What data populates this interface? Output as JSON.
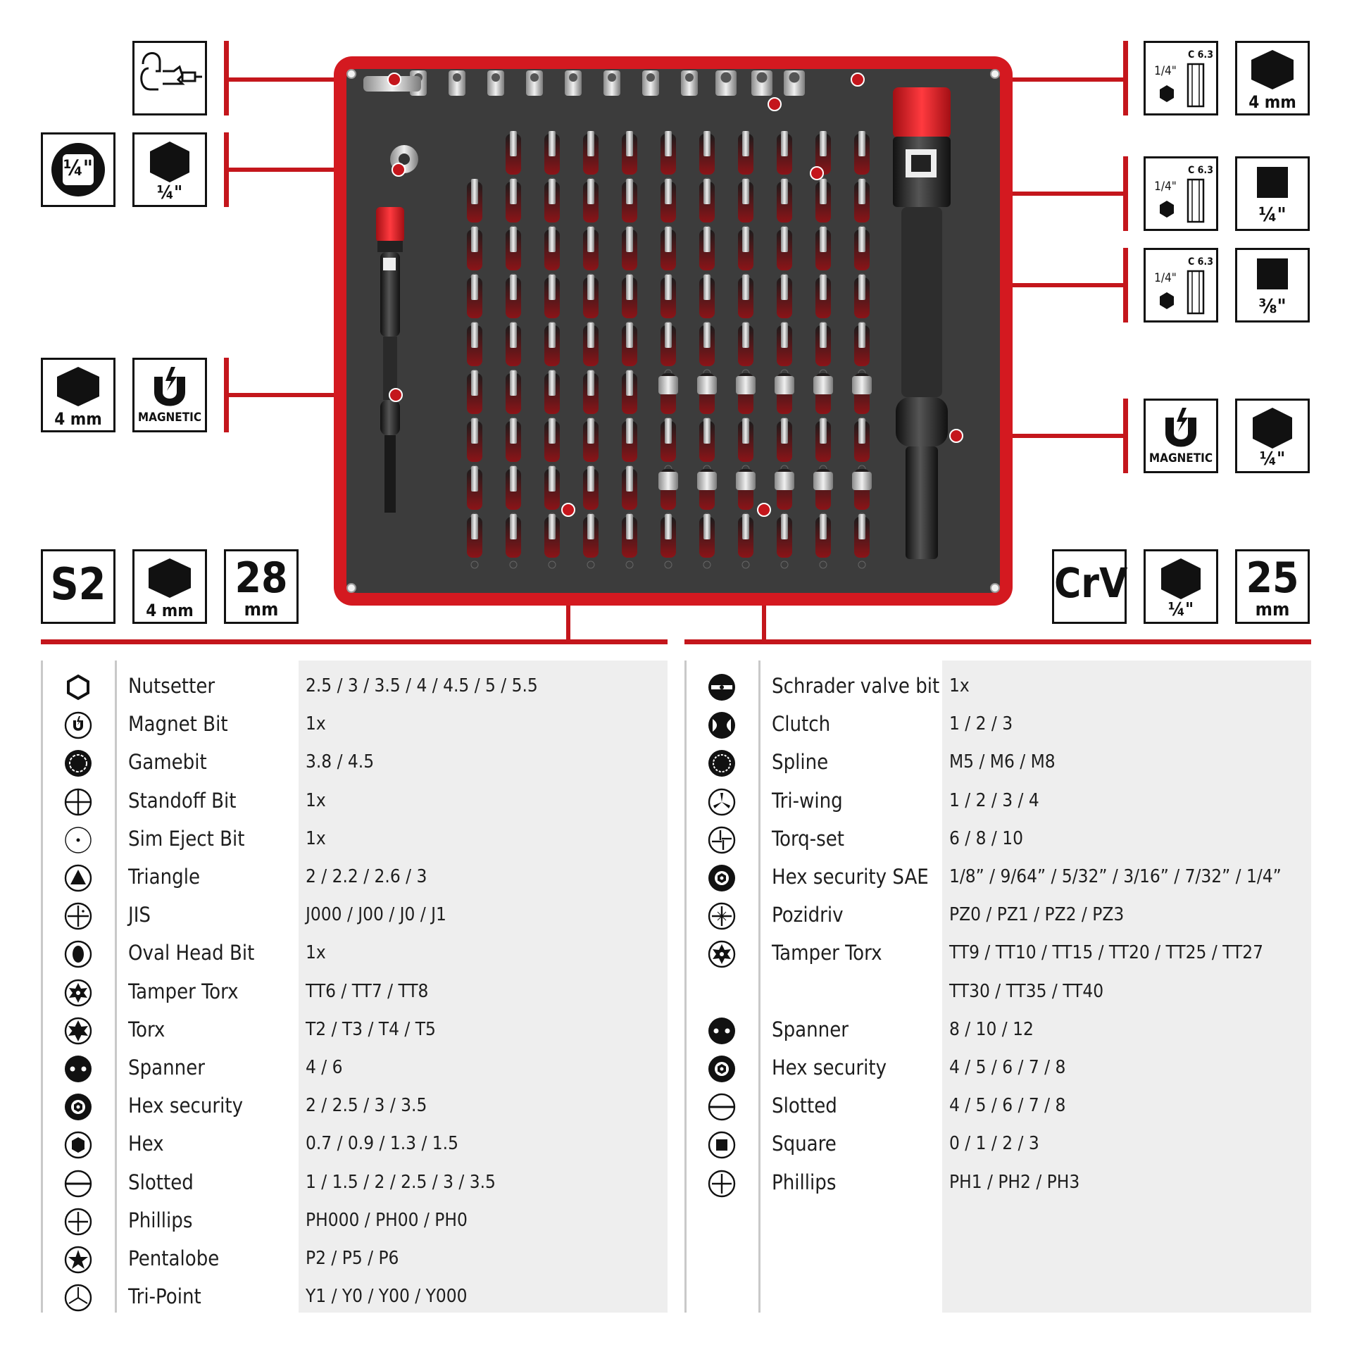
{
  "feature_icons": {
    "left": {
      "hook_tool": {
        "icon": "hook-pick-icon"
      },
      "quarter_inch_bit_holder": {
        "icon": "quarter-inch-socket-icon",
        "label": "¼\""
      },
      "hex_quarter_top": {
        "icon": "hexagon-icon",
        "label": "¼\""
      },
      "hex_4mm_small_handle": {
        "icon": "hexagon-icon",
        "label": "4 mm"
      },
      "magnetic_small_handle": {
        "icon": "magnet-icon",
        "label": "MAGNETIC"
      },
      "material_s2": {
        "label": "S2"
      },
      "hex_4mm_bits": {
        "icon": "hexagon-icon",
        "label": "4 mm"
      },
      "length_28": {
        "value": "28",
        "unit": "mm"
      }
    },
    "right": {
      "adapter_1_socket": {
        "icon": "socket-adapter-icon",
        "spec": "C 6.3",
        "size": "1/4\""
      },
      "hex_4mm_right": {
        "icon": "hexagon-icon",
        "label": "4 mm"
      },
      "adapter_2_socket": {
        "icon": "socket-adapter-icon",
        "spec": "C 6.3",
        "size": "1/4\""
      },
      "square_quarter": {
        "icon": "square-drive-icon",
        "label": "¼\""
      },
      "adapter_3_socket": {
        "icon": "socket-adapter-icon",
        "spec": "C 6.3",
        "size": "1/4\""
      },
      "square_three_eighths": {
        "icon": "square-drive-icon",
        "label": "⅜\""
      },
      "magnetic_large_handle": {
        "icon": "magnet-icon",
        "label": "MAGNETIC"
      },
      "hex_quarter_large_handle": {
        "icon": "hexagon-icon",
        "label": "¼\""
      },
      "material_crv": {
        "label": "CrV"
      },
      "hex_quarter_bits": {
        "icon": "hexagon-icon",
        "label": "¼\""
      },
      "length_25": {
        "value": "25",
        "unit": "mm"
      }
    }
  },
  "colors": {
    "accent_red": "#c4161c",
    "tray_red": "#d41920",
    "foam": "#3c3c3c",
    "table_bg": "#eeeeee"
  },
  "left_table": [
    {
      "icon": "hex-socket-outline-icon",
      "name": "Nutsetter",
      "sizes": "2.5 / 3 / 3.5 / 4 / 4.5 /  5 / 5.5"
    },
    {
      "icon": "magnet-bit-icon",
      "name": "Magnet Bit",
      "sizes": "1x"
    },
    {
      "icon": "gamebit-icon",
      "name": "Gamebit",
      "sizes": "3.8 / 4.5"
    },
    {
      "icon": "standoff-icon",
      "name": "Standoff Bit",
      "sizes": "1x"
    },
    {
      "icon": "sim-eject-icon",
      "name": "Sim Eject Bit",
      "sizes": "1x"
    },
    {
      "icon": "triangle-icon",
      "name": "Triangle",
      "sizes": "2 / 2.2 / 2.6 / 3"
    },
    {
      "icon": "jis-cross-icon",
      "name": "JIS",
      "sizes": "J000 / J00 / J0 / J1"
    },
    {
      "icon": "oval-head-icon",
      "name": "Oval Head Bit",
      "sizes": "1x"
    },
    {
      "icon": "tamper-torx-icon",
      "name": "Tamper Torx",
      "sizes": "TT6 / TT7 / TT8"
    },
    {
      "icon": "torx-icon",
      "name": "Torx",
      "sizes": "T2 / T3 / T4 / T5"
    },
    {
      "icon": "spanner-icon",
      "name": "Spanner",
      "sizes": "4 / 6"
    },
    {
      "icon": "hex-security-icon",
      "name": "Hex security",
      "sizes": "2 / 2.5 / 3 / 3.5"
    },
    {
      "icon": "hex-icon",
      "name": "Hex",
      "sizes": "0.7 / 0.9 / 1.3 / 1.5"
    },
    {
      "icon": "slotted-icon",
      "name": "Slotted",
      "sizes": "1 / 1.5 / 2 / 2.5 / 3 / 3.5"
    },
    {
      "icon": "phillips-icon",
      "name": "Phillips",
      "sizes": "PH000 / PH00 / PH0"
    },
    {
      "icon": "pentalobe-icon",
      "name": "Pentalobe",
      "sizes": "P2 / P5 / P6"
    },
    {
      "icon": "tri-point-icon",
      "name": "Tri-Point",
      "sizes": "Y1 / Y0 / Y00 / Y000"
    }
  ],
  "right_table": [
    {
      "icon": "schrader-valve-icon",
      "name": "Schrader valve bit",
      "sizes": "1x"
    },
    {
      "icon": "clutch-icon",
      "name": "Clutch",
      "sizes": "1 / 2 / 3"
    },
    {
      "icon": "spline-icon",
      "name": "Spline",
      "sizes": "M5 / M6 / M8"
    },
    {
      "icon": "tri-wing-icon",
      "name": "Tri-wing",
      "sizes": "1 / 2 / 3 / 4"
    },
    {
      "icon": "torq-set-icon",
      "name": "Torq-set",
      "sizes": "6 / 8 / 10"
    },
    {
      "icon": "hex-security-icon",
      "name": "Hex security SAE",
      "sizes": "1/8” / 9/64” / 5/32” / 3/16” / 7/32” / 1/4”"
    },
    {
      "icon": "pozidriv-icon",
      "name": "Pozidriv",
      "sizes": "PZ0 / PZ1 / PZ2 / PZ3"
    },
    {
      "icon": "tamper-torx-icon",
      "name": "Tamper Torx",
      "sizes": "TT9 / TT10 / TT15 / TT20 / TT25 / TT27"
    },
    {
      "icon": "",
      "name": "",
      "sizes": "TT30 / TT35 / TT40"
    },
    {
      "icon": "spanner-icon",
      "name": "Spanner",
      "sizes": "8 / 10 / 12"
    },
    {
      "icon": "hex-security-icon",
      "name": "Hex security",
      "sizes": "4 / 5 / 6 / 7 / 8"
    },
    {
      "icon": "slotted-icon",
      "name": "Slotted",
      "sizes": "4 / 5 / 6 / 7 / 8"
    },
    {
      "icon": "square-icon",
      "name": "Square",
      "sizes": "0 / 1 / 2 / 3"
    },
    {
      "icon": "phillips-icon",
      "name": "Phillips",
      "sizes": "PH1 / PH2 / PH3"
    }
  ]
}
